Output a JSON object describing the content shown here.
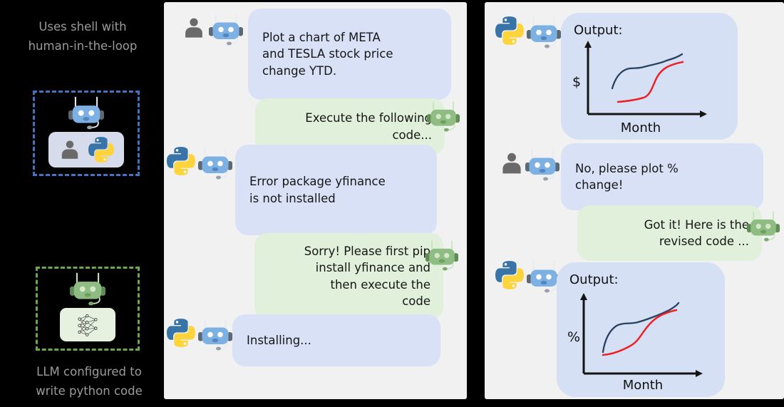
{
  "sidebar": {
    "top_caption": "Uses shell with\nhuman-in-the-loop",
    "bottom_caption": "LLM configured to\nwrite python code"
  },
  "middle_panel": {
    "messages": {
      "user_request": "Plot a chart of META\nand TESLA stock price\nchange YTD.",
      "assistant_execute": "Execute the following\ncode...",
      "user_error": "Error package yfinance\nis not installed",
      "assistant_sorry": "Sorry! Please first pip\ninstall yfinance and\nthen execute the\ncode",
      "user_installing": "Installing..."
    }
  },
  "right_panel": {
    "output1_label": "Output:",
    "chart1": {
      "ylabel": "$",
      "xlabel": "Month"
    },
    "user_feedback": "No, please plot %\nchange!",
    "assistant_revised": "Got it! Here is the\nrevised code ...",
    "output2_label": "Output:",
    "chart2": {
      "ylabel": "%",
      "xlabel": "Month"
    }
  },
  "icons": {
    "user_proxy": [
      "person-icon",
      "robot-blue-icon"
    ],
    "executor": [
      "python-icon",
      "robot-blue-icon"
    ],
    "assistant": [
      "robot-green-icon"
    ],
    "sidebar_top_box": [
      "robot-blue-icon",
      "person-icon",
      "python-icon"
    ],
    "sidebar_bottom_box": [
      "robot-green-icon",
      "neural-network-icon"
    ]
  },
  "colors": {
    "background": "#000000",
    "panel_bg": "#f1f1f2",
    "bubble_user": "#d8e1f6",
    "bubble_assistant": "#e0f0da",
    "dashed_blue": "#4472c4",
    "dashed_green": "#6aa84f",
    "caption_gray": "#9b9b9b",
    "line_navy": "#27415f",
    "line_red": "#ed2024",
    "robot_blue": "#7db1e4",
    "robot_green": "#8fbc82",
    "python_blue": "#3874a8",
    "python_yellow": "#fed43d"
  },
  "chart_data": [
    {
      "type": "line",
      "title": "Output:",
      "xlabel": "Month",
      "ylabel": "$",
      "grid": false,
      "legend": "none",
      "axes_ticks_labeled": false,
      "series": [
        {
          "name": "series-navy",
          "color": "#27415f",
          "x_norm": [
            0.24,
            0.35,
            0.46,
            0.6,
            0.7,
            0.82,
            0.94
          ],
          "y_norm": [
            0.39,
            0.6,
            0.67,
            0.7,
            0.74,
            0.8,
            0.9
          ]
        },
        {
          "name": "series-red",
          "color": "#ed2024",
          "x_norm": [
            0.3,
            0.45,
            0.55,
            0.63,
            0.7,
            0.82,
            0.95
          ],
          "y_norm": [
            0.18,
            0.2,
            0.24,
            0.42,
            0.63,
            0.73,
            0.79
          ]
        }
      ]
    },
    {
      "type": "line",
      "title": "Output:",
      "xlabel": "Month",
      "ylabel": "%",
      "grid": false,
      "legend": "none",
      "axes_ticks_labeled": false,
      "series": [
        {
          "name": "series-navy",
          "color": "#27415f",
          "x_norm": [
            0.19,
            0.29,
            0.39,
            0.59,
            0.76,
            0.93,
            0.95
          ],
          "y_norm": [
            0.28,
            0.48,
            0.61,
            0.67,
            0.76,
            0.89,
            0.93
          ]
        },
        {
          "name": "series-red",
          "color": "#ed2024",
          "x_norm": [
            0.19,
            0.46,
            0.62,
            0.71,
            0.82,
            0.93
          ],
          "y_norm": [
            0.25,
            0.35,
            0.51,
            0.67,
            0.74,
            0.8
          ]
        }
      ]
    }
  ]
}
